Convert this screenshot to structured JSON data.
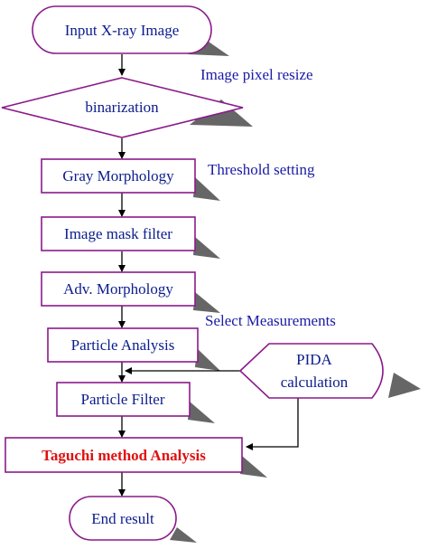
{
  "nodes": {
    "input": "Input X-ray Image",
    "binarization": "binarization",
    "gray_morphology": "Gray Morphology",
    "image_mask_filter": "Image mask filter",
    "adv_morphology": "Adv. Morphology",
    "particle_analysis": "Particle Analysis",
    "particle_filter": "Particle Filter",
    "taguchi": "Taguchi method Analysis",
    "end": "End result",
    "pida_line1": "PIDA",
    "pida_line2": "calculation"
  },
  "annotations": {
    "image_pixel_resize": "Image pixel resize",
    "threshold_setting": "Threshold setting",
    "select_measurements": "Select Measurements"
  },
  "colors": {
    "border": "#8a1a8a",
    "text": "#0b1c8c",
    "highlight": "#e01010",
    "shadow": "#666666"
  }
}
